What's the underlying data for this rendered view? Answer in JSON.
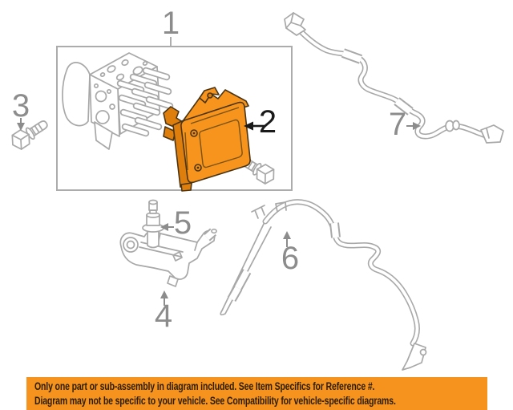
{
  "diagram": {
    "type": "parts-diagram",
    "subject": "ABS anti-lock brake components",
    "callouts": {
      "c1": "1",
      "c2": "2",
      "c3": "3",
      "c4": "4",
      "c5": "5",
      "c6": "6",
      "c7": "7"
    },
    "highlighted_part": "2",
    "colors": {
      "highlight_orange": "#F6941D",
      "highlight_orange_shade": "#DE7E0D",
      "line_art_grey": "#A8A8A8",
      "callout_grey": "#8C8C8C",
      "callout_emphasis": "#1A1A1A",
      "banner_background": "#F6921E",
      "banner_text": "#2B1E05"
    }
  },
  "banner": {
    "line1": "Only one part or sub-assembly in diagram included. See Item Specifics for Reference #.",
    "line2": "Diagram may not be specific to your vehicle. See Compatibility for vehicle-specific diagrams."
  }
}
